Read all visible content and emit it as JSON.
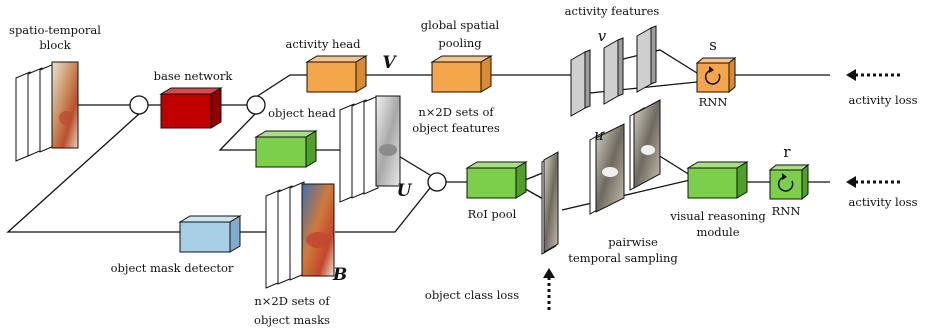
{
  "labels": {
    "spatio_temporal_block_1": "spatio-temporal",
    "spatio_temporal_block_2": "block",
    "base_network": "base network",
    "activity_head": "activity head",
    "object_head": "object head",
    "object_features_1": "n×2D sets of",
    "object_features_2": "object features",
    "global_pooling_1": "global spatial",
    "global_pooling_2": "pooling",
    "activity_features": "activity features",
    "rnn_top": "RNN",
    "rnn_bottom": "RNN",
    "activity_loss_top": "activity loss",
    "activity_loss_bottom": "activity loss",
    "roi_pool": "RoI pool",
    "pairwise_1": "pairwise",
    "pairwise_2": "temporal sampling",
    "visual_reasoning_1": "visual reasoning",
    "visual_reasoning_2": "module",
    "object_mask_detector": "object mask detector",
    "object_masks_1": "n×2D sets of",
    "object_masks_2": "object masks",
    "object_class_loss": "object class loss"
  },
  "symbols": {
    "V": "V",
    "U": "U",
    "B": "B",
    "v": "v",
    "u": "u",
    "s": "s",
    "r": "r"
  },
  "colors": {
    "base_network": "#c00000",
    "orange": "#f4a64a",
    "green": "#7ccf4b",
    "detector": "#a9cfe6",
    "gray_frame": "#cfcfcf"
  },
  "icons": {
    "rnn_loop": "circular-arrow-icon"
  }
}
